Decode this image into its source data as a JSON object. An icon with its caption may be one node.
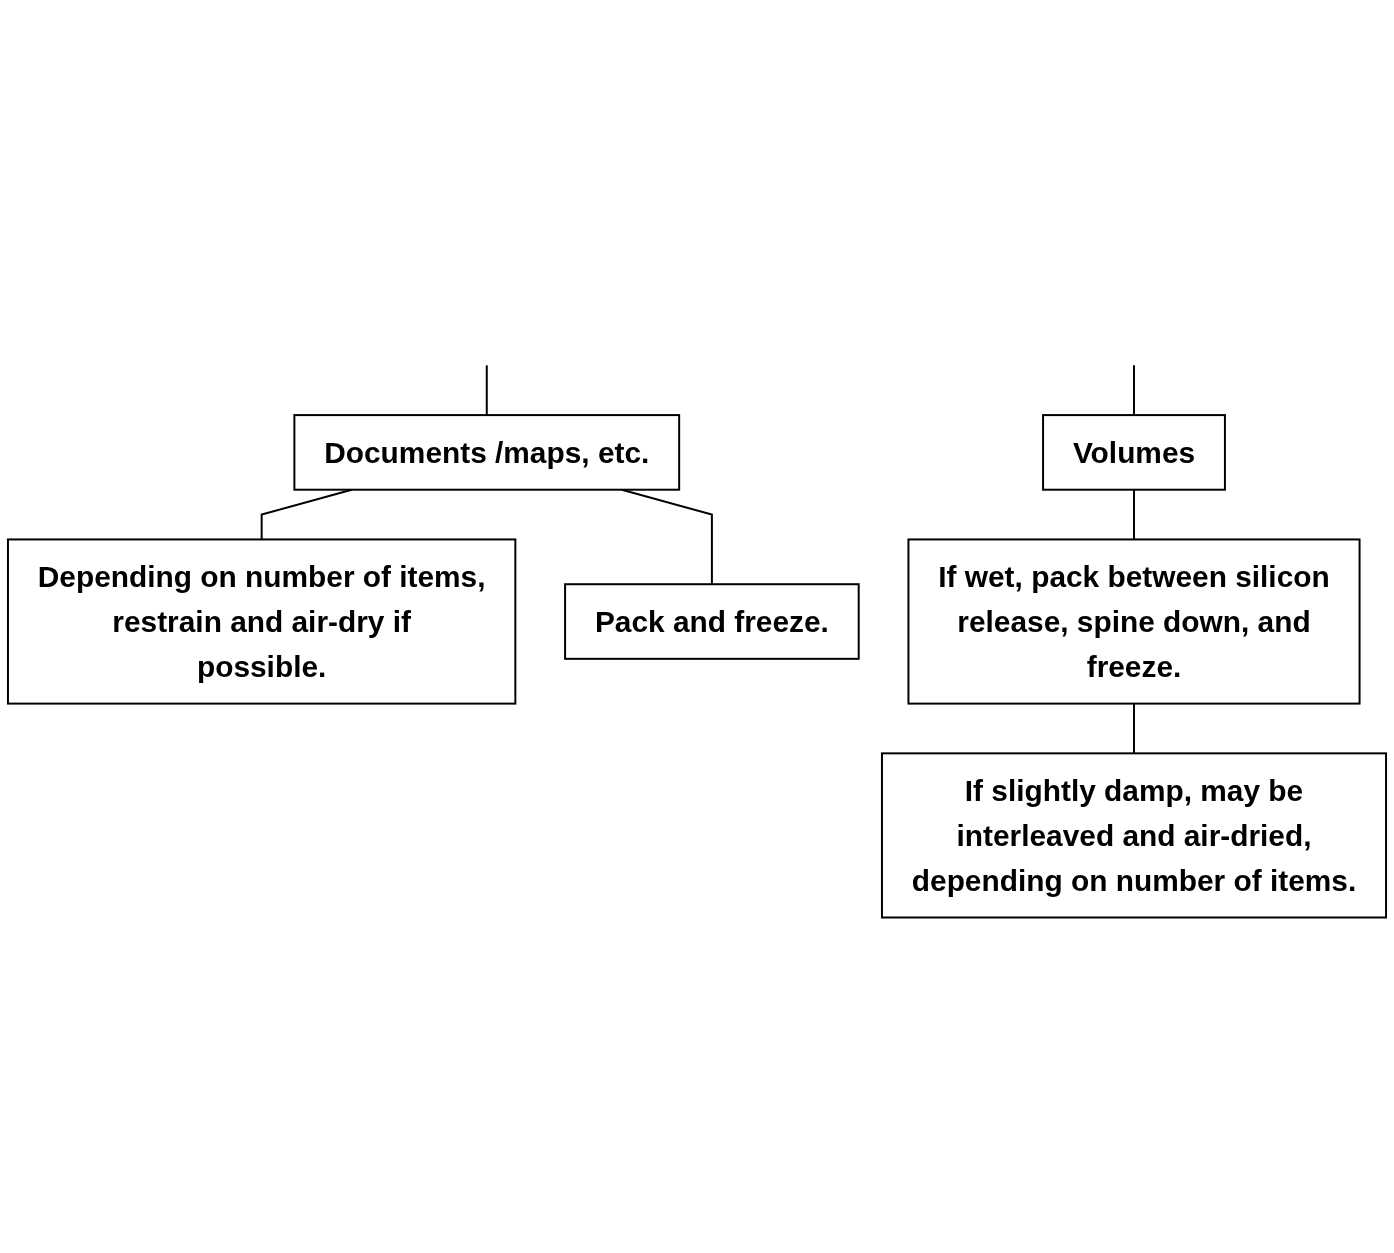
{
  "diagram": {
    "nodes": [
      {
        "text": [
          "Documents /maps, etc."
        ]
      },
      {
        "text": [
          "Volumes"
        ]
      },
      {
        "text": [
          "Depending on number of items, restrain and air-dry if possible."
        ]
      },
      {
        "text": [
          "Pack and freeze."
        ]
      },
      {
        "text": [
          "If wet, pack between silicon release, spine down, and freeze."
        ]
      },
      {
        "text": [
          "If slightly damp, may be interleaved and air-dried, depending on number of items."
        ]
      }
    ],
    "edges": [
      {
        "from": null,
        "to": 0,
        "arrow": "none"
      },
      {
        "from": null,
        "to": 1,
        "arrow": "none"
      },
      {
        "from": 0,
        "to": 2,
        "arrow": "none"
      },
      {
        "from": 0,
        "to": 3,
        "arrow": "none"
      },
      {
        "from": 1,
        "to": 4,
        "arrow": "none"
      },
      {
        "from": 4,
        "to": 5,
        "arrow": "none"
      }
    ]
  }
}
